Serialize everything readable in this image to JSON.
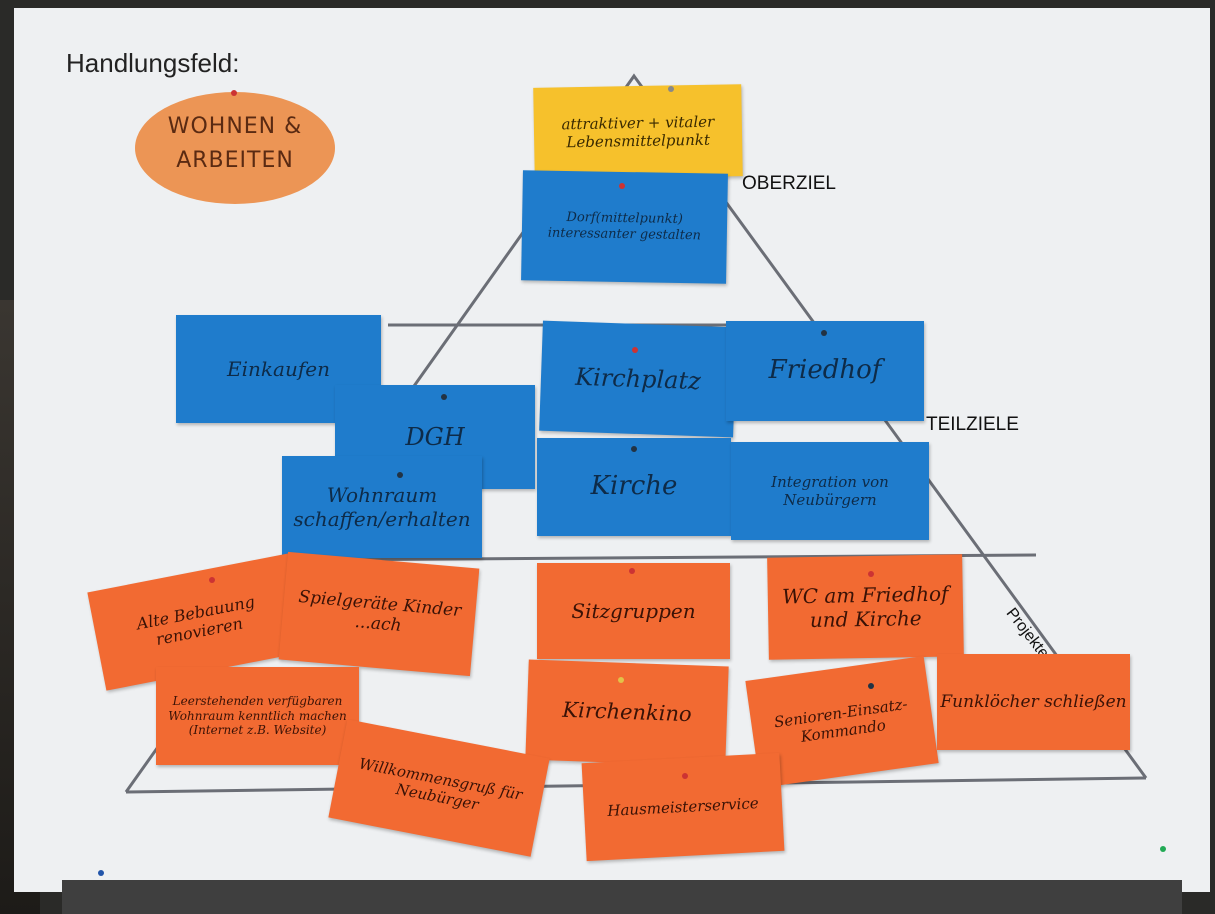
{
  "heading": "Handlungsfeld:",
  "topic": {
    "line1": "WOHNEN &",
    "line2": "ARBEITEN"
  },
  "levels": {
    "top": "OBERZIEL",
    "middle": "TEILZIELE",
    "bottom": "Projekte/M"
  },
  "yellow_card": "attraktiver + vitaler Lebensmittelpunkt",
  "blue_cards": {
    "dorf": "Dorf(mittelpunkt) interessanter gestalten",
    "einkaufen": "Einkaufen",
    "dgh": "DGH",
    "wohnraum": "Wohnraum schaffen/erhalten",
    "kirchplatz": "Kirchplatz",
    "friedhof": "Friedhof",
    "kirche": "Kirche",
    "integration": "Integration von Neubürgern"
  },
  "orange_cards": {
    "bebauung": "Alte Bebauung renovieren",
    "spielgeraete": "Spielgeräte Kinder ...ach",
    "sitzgruppen": "Sitzgruppen",
    "wc": "WC am Friedhof und Kirche",
    "leerstehend": "Leerstehenden verfügbaren Wohnraum kenntlich machen (Internet z.B. Website)",
    "kirchenkino": "Kirchenkino",
    "senioren": "Senioren-Einsatz-Kommando",
    "funkloecher": "Funklöcher schließen",
    "willkommen": "Willkommensgruß für Neubürger",
    "hausmeister": "Hausmeisterservice"
  },
  "colors": {
    "yellow": "#f6c12c",
    "blue": "#1f7ccc",
    "orange": "#f26a32",
    "ellipse": "#ec9555",
    "line": "#6b6e76"
  }
}
